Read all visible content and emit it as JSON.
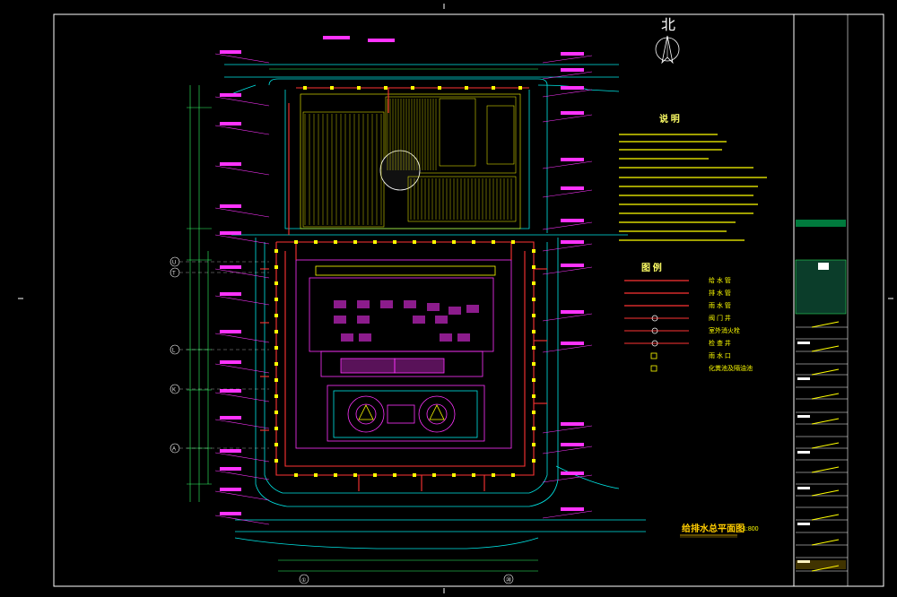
{
  "drawing": {
    "title": "给排水总平面图",
    "scale": "1:800",
    "north_label": "北"
  },
  "notes": {
    "heading": "说 明"
  },
  "legend": {
    "heading": "图 例",
    "items": [
      {
        "label": "给 水 管",
        "color": "#ff3333"
      },
      {
        "label": "排 水 管",
        "color": "#ff3333"
      },
      {
        "label": "雨 水 管",
        "color": "#ff3333"
      },
      {
        "label": "阀 门 井",
        "color": "#ff3333"
      },
      {
        "label": "室外消火栓",
        "color": "#ff3333"
      },
      {
        "label": "检 查 井",
        "color": "#ff3333"
      },
      {
        "label": "雨 水 口",
        "color": "#ffff00"
      },
      {
        "label": "化粪池及隔油池",
        "color": "#ffff00"
      }
    ]
  },
  "grid_axes": [
    "U",
    "T",
    "L",
    "K",
    "A"
  ],
  "bottom_axes": [
    "①",
    "⑳"
  ],
  "colors": {
    "background": "#000000",
    "frame": "#ffffff",
    "road": "#00e5e5",
    "building": "#ff33ff",
    "pipe": "#ff3333",
    "dimension": "#33ff66",
    "annotation": "#ffff00"
  }
}
